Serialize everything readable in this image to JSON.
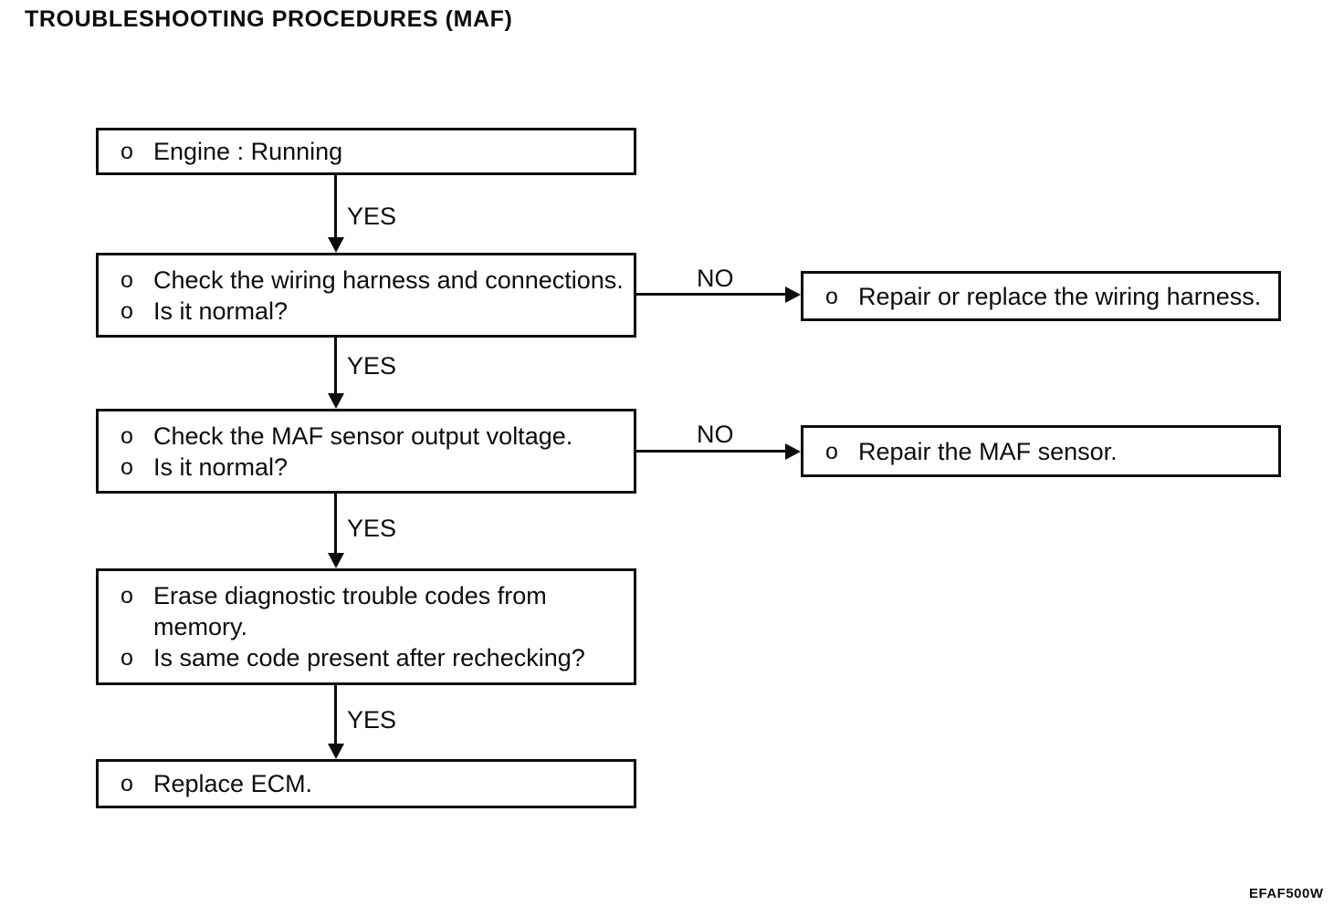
{
  "title": "TROUBLESHOOTING PROCEDURES (MAF)",
  "figure_code": "EFAF500W",
  "bullet": "o",
  "labels": {
    "yes": "YES",
    "no": "NO"
  },
  "nodes": {
    "engine": {
      "items": [
        "Engine : Running"
      ]
    },
    "check_wiring": {
      "items": [
        "Check the wiring harness and connections.",
        "Is it normal?"
      ]
    },
    "repair_wiring": {
      "items": [
        "Repair or replace the wiring harness."
      ]
    },
    "check_maf": {
      "items": [
        "Check the MAF sensor output voltage.",
        "Is it normal?"
      ]
    },
    "repair_maf": {
      "items": [
        "Repair the MAF sensor."
      ]
    },
    "erase_codes": {
      "items": [
        "Erase diagnostic trouble codes from\nmemory.",
        "Is same code present after rechecking?"
      ]
    },
    "replace_ecm": {
      "items": [
        "Replace ECM."
      ]
    }
  }
}
